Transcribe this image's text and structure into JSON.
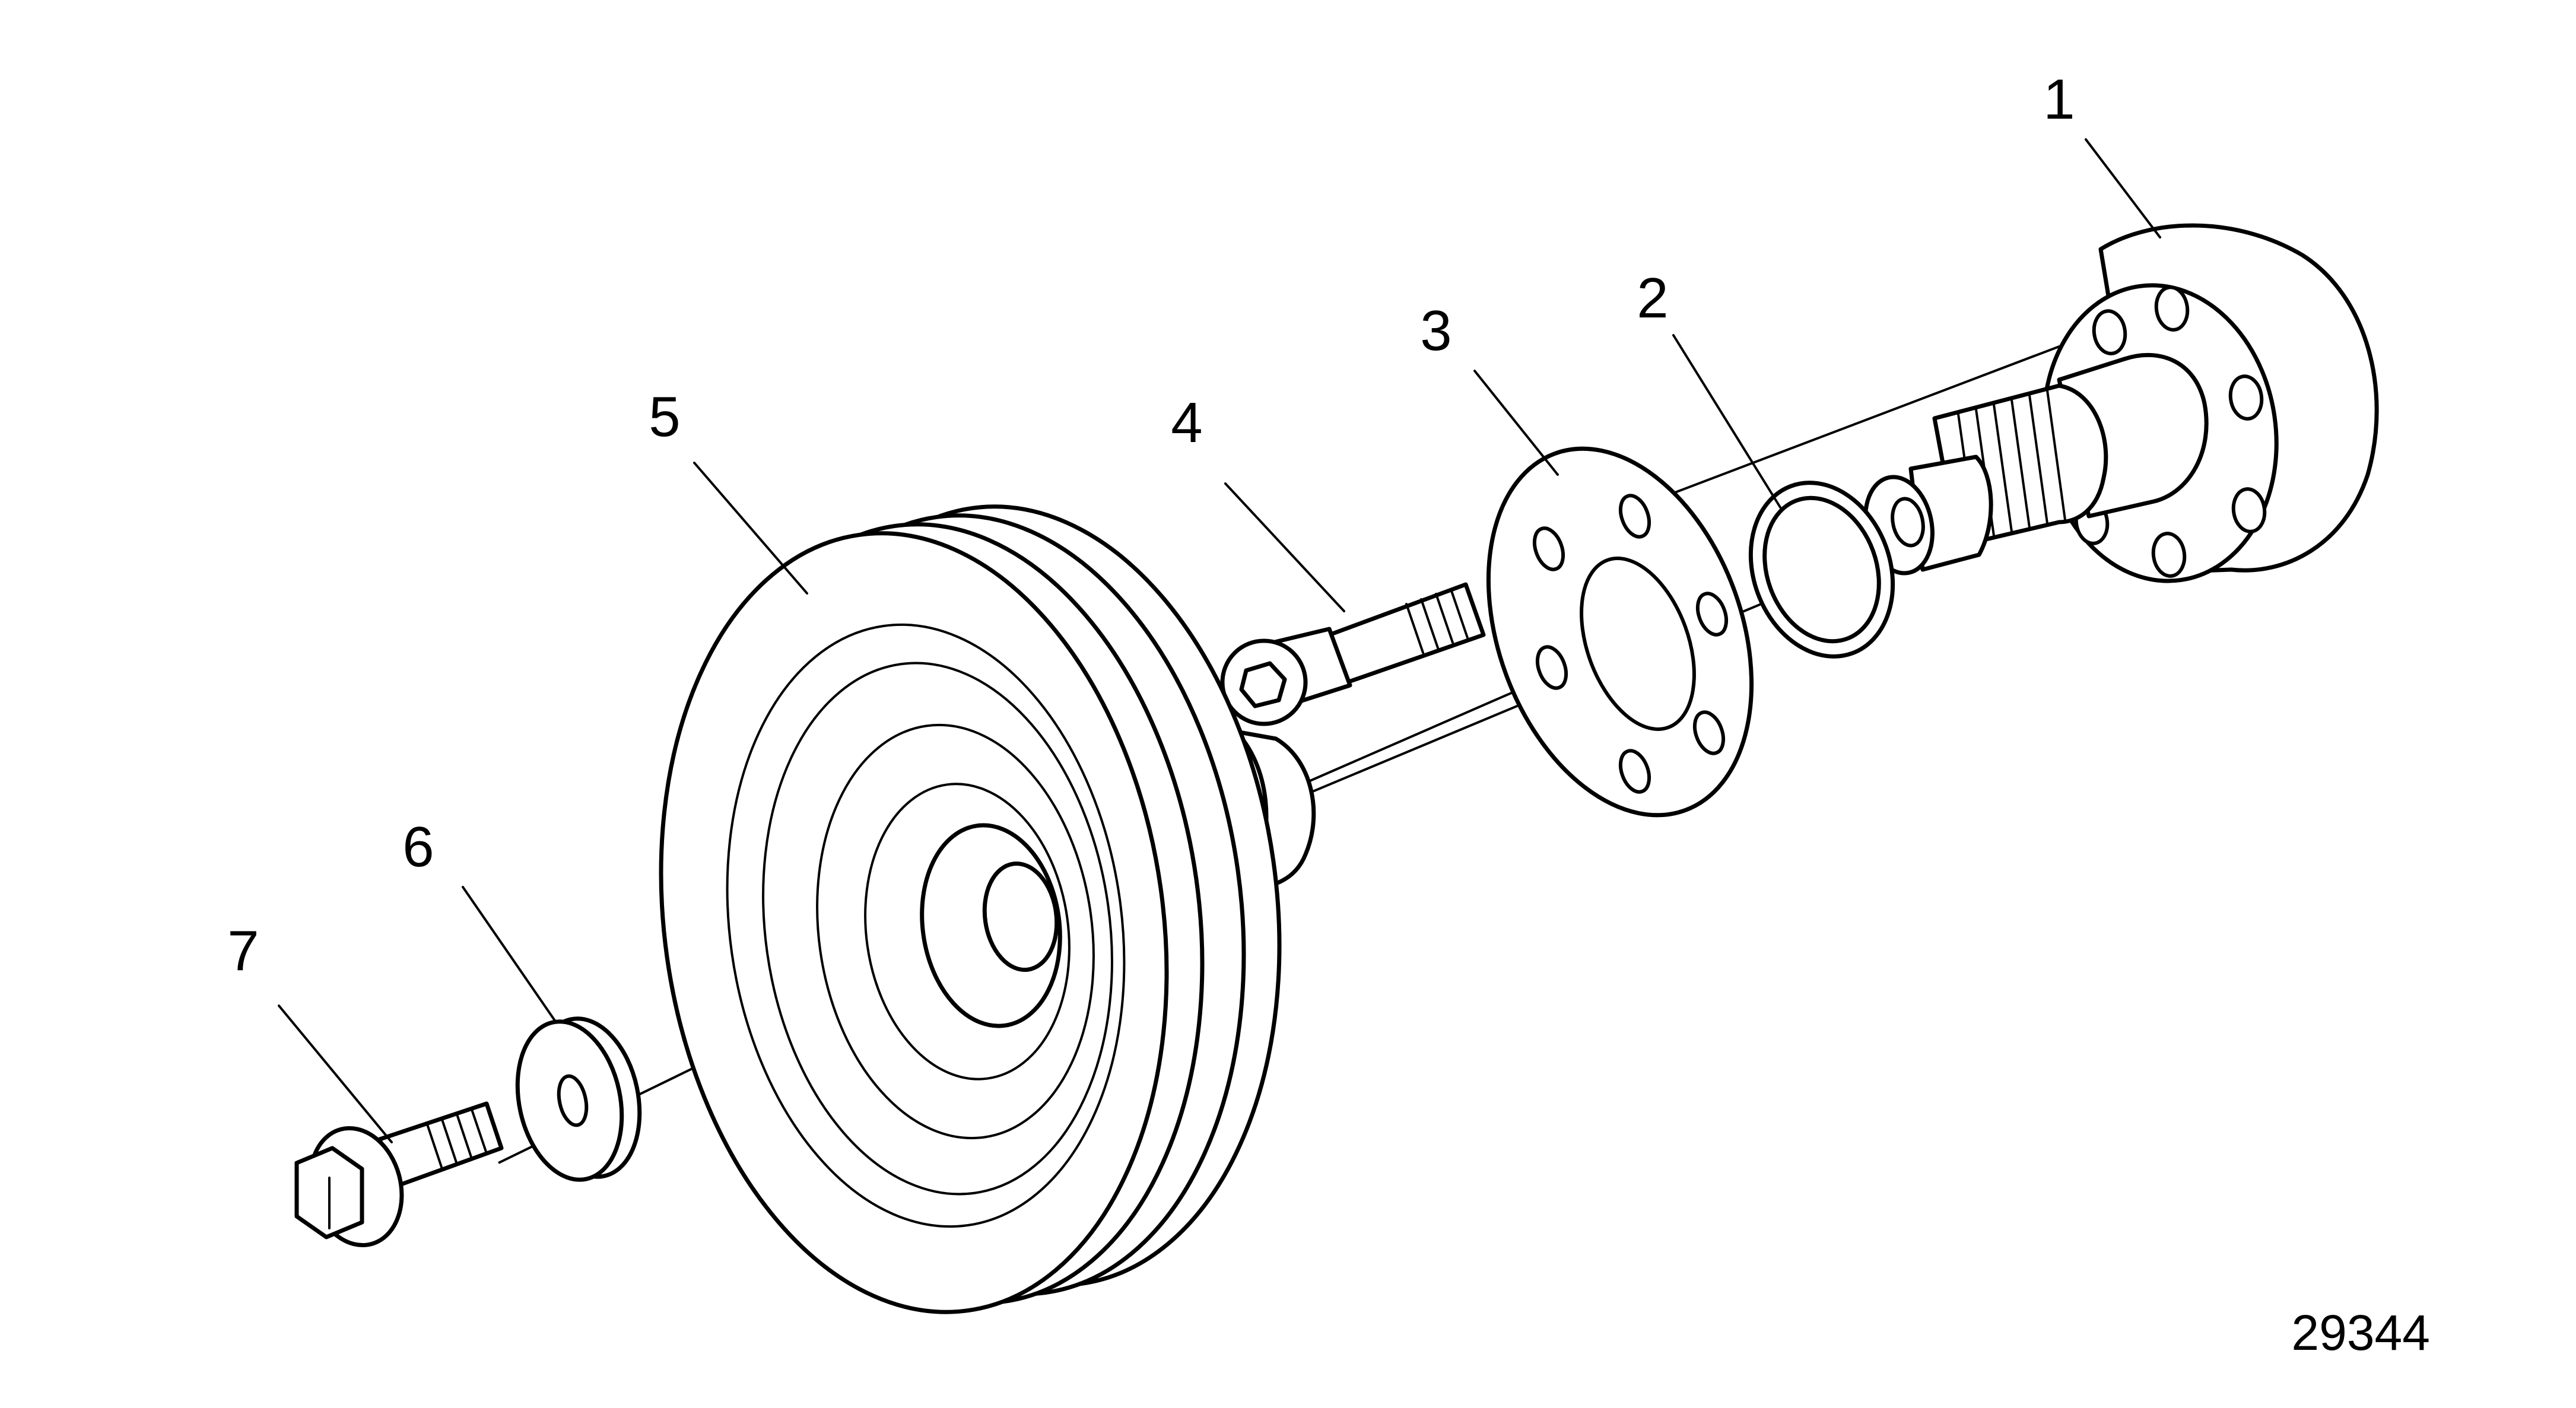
{
  "callouts": [
    {
      "label": "1",
      "part": "drive-flange-with-splined-shaft"
    },
    {
      "label": "2",
      "part": "o-ring-seal"
    },
    {
      "label": "3",
      "part": "spacer-disc"
    },
    {
      "label": "4",
      "part": "socket-head-screw"
    },
    {
      "label": "5",
      "part": "crankshaft-pulley"
    },
    {
      "label": "6",
      "part": "washer"
    },
    {
      "label": "7",
      "part": "flange-bolt"
    }
  ],
  "figure_number": "29344",
  "colors": {
    "line": "#000000",
    "background": "#ffffff"
  }
}
